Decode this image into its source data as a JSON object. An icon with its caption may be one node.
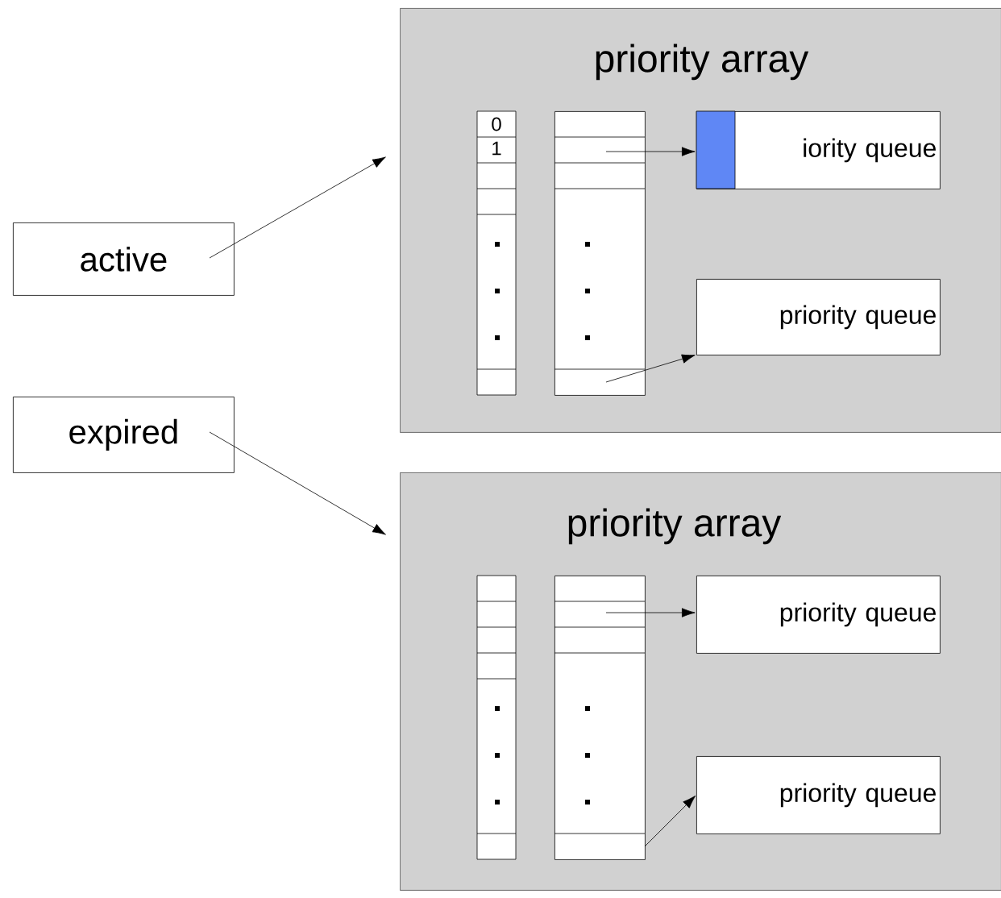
{
  "diagram": {
    "nodes": [
      {
        "text": [
          "active"
        ]
      },
      {
        "text": [
          "expired"
        ]
      },
      {
        "text": [
          "priority array"
        ]
      },
      {
        "text": [],
        "shape": "box",
        "in": 2
      },
      {
        "text": [
          "iority queue"
        ],
        "in": 2
      },
      {
        "text": [
          "priority queue"
        ],
        "in": 2
      },
      {
        "text": [
          "priority array"
        ]
      },
      {
        "text": [],
        "shape": "box",
        "in": 6
      },
      {
        "text": [
          "priority queue"
        ],
        "in": 6
      },
      {
        "text": [
          "priority queue"
        ],
        "in": 6
      }
    ],
    "edges": [
      {
        "from": 0,
        "to": 2,
        "arrow": "to"
      },
      {
        "from": 1,
        "to": 6,
        "arrow": "to"
      },
      {
        "from": 3,
        "to": 4,
        "arrow": "to"
      },
      {
        "from": 3,
        "to": 5,
        "arrow": "to"
      },
      {
        "from": 7,
        "to": 8,
        "arrow": "to"
      },
      {
        "from": 7,
        "to": 9,
        "arrow": "to"
      }
    ],
    "labels": [
      "0",
      "1"
    ]
  }
}
